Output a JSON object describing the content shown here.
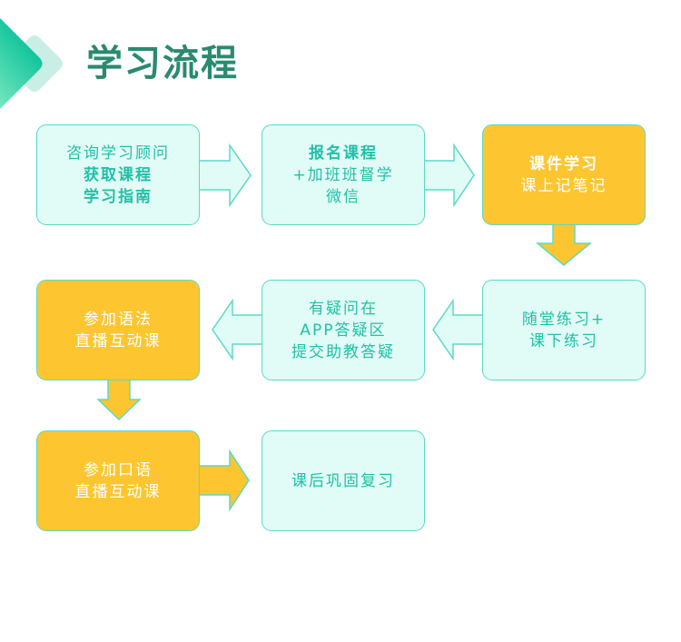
{
  "title": "学习流程",
  "colors": {
    "title": "#2a8a70",
    "teal_fill": "#e1fbf6",
    "teal_border": "#5cd9c5",
    "teal_text": "#22c0a7",
    "yellow_fill": "#fdc630",
    "yellow_text": "#ffffff"
  },
  "steps": [
    {
      "style": "teal",
      "lines": [
        {
          "text": "咨询学习顾问",
          "bold": false
        },
        {
          "text": "获取课程",
          "bold": true
        },
        {
          "text": "学习指南",
          "bold": true
        }
      ]
    },
    {
      "style": "teal",
      "lines": [
        {
          "text": "报名课程",
          "bold": true
        },
        {
          "text": "+加班班督学",
          "bold": false
        },
        {
          "text": "微信",
          "bold": false
        }
      ]
    },
    {
      "style": "yellow",
      "lines": [
        {
          "text": "课件学习",
          "bold": true
        },
        {
          "text": "课上记笔记",
          "bold": false
        }
      ]
    },
    {
      "style": "teal",
      "lines": [
        {
          "text": "随堂练习+",
          "bold": false
        },
        {
          "text": "课下练习",
          "bold": false
        }
      ]
    },
    {
      "style": "teal",
      "lines": [
        {
          "text": "有疑问在",
          "bold": false
        },
        {
          "text": "APP答疑区",
          "bold": false
        },
        {
          "text": "提交助教答疑",
          "bold": false
        }
      ]
    },
    {
      "style": "yellow",
      "lines": [
        {
          "text": "参加语法",
          "bold": false
        },
        {
          "text": "直播互动课",
          "bold": false
        }
      ]
    },
    {
      "style": "yellow",
      "lines": [
        {
          "text": "参加口语",
          "bold": false
        },
        {
          "text": "直播互动课",
          "bold": false
        }
      ]
    },
    {
      "style": "teal",
      "lines": [
        {
          "text": "课后巩固复习",
          "bold": false
        }
      ]
    }
  ],
  "arrows": [
    {
      "from": 1,
      "to": 2,
      "direction": "right",
      "style": "teal"
    },
    {
      "from": 2,
      "to": 3,
      "direction": "right",
      "style": "teal"
    },
    {
      "from": 3,
      "to": 4,
      "direction": "down",
      "style": "yellow"
    },
    {
      "from": 4,
      "to": 5,
      "direction": "left",
      "style": "teal"
    },
    {
      "from": 5,
      "to": 6,
      "direction": "left",
      "style": "teal"
    },
    {
      "from": 6,
      "to": 7,
      "direction": "down",
      "style": "yellow"
    },
    {
      "from": 7,
      "to": 8,
      "direction": "right",
      "style": "yellow"
    }
  ]
}
